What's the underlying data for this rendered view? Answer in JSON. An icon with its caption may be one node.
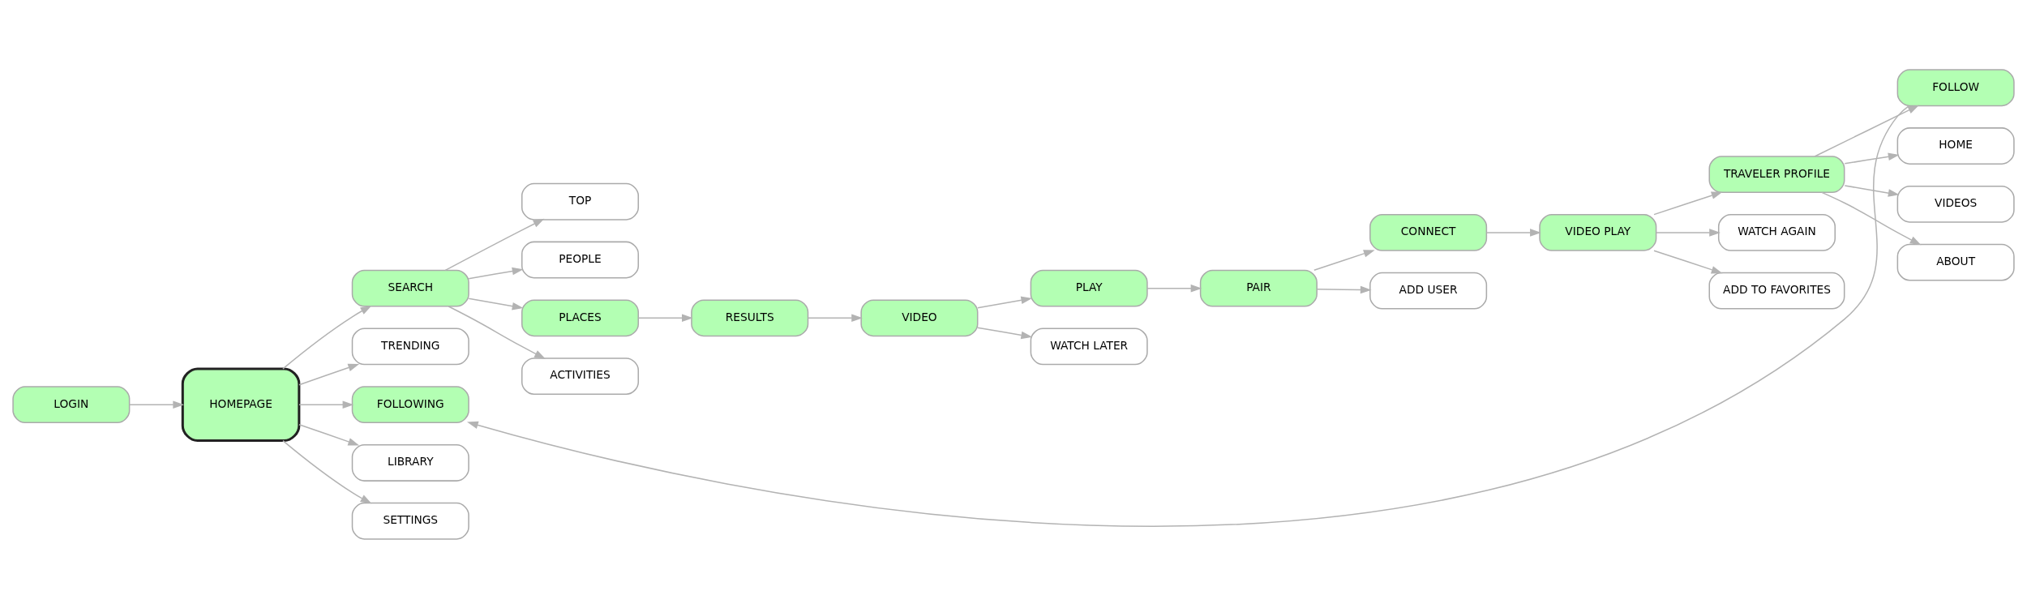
{
  "diagram": {
    "nodes": [
      {
        "text": [
          "LOGIN"
        ]
      },
      {
        "text": [
          "HOMEPAGE"
        ]
      },
      {
        "text": [
          "SEARCH"
        ]
      },
      {
        "text": [
          "TRENDING"
        ]
      },
      {
        "text": [
          "FOLLOWING"
        ]
      },
      {
        "text": [
          "LIBRARY"
        ]
      },
      {
        "text": [
          "SETTINGS"
        ]
      },
      {
        "text": [
          "TOP"
        ]
      },
      {
        "text": [
          "PEOPLE"
        ]
      },
      {
        "text": [
          "PLACES"
        ]
      },
      {
        "text": [
          "ACTIVITIES"
        ]
      },
      {
        "text": [
          "RESULTS"
        ]
      },
      {
        "text": [
          "VIDEO"
        ]
      },
      {
        "text": [
          "PLAY"
        ]
      },
      {
        "text": [
          "WATCH LATER"
        ]
      },
      {
        "text": [
          "PAIR"
        ]
      },
      {
        "text": [
          "CONNECT"
        ]
      },
      {
        "text": [
          "ADD USER"
        ]
      },
      {
        "text": [
          "VIDEO PLAY"
        ]
      },
      {
        "text": [
          "TRAVELER PROFILE"
        ]
      },
      {
        "text": [
          "WATCH AGAIN"
        ]
      },
      {
        "text": [
          "ADD TO FAVORITES"
        ]
      },
      {
        "text": [
          "FOLLOW"
        ]
      },
      {
        "text": [
          "HOME"
        ]
      },
      {
        "text": [
          "VIDEOS"
        ]
      },
      {
        "text": [
          "ABOUT"
        ]
      }
    ],
    "edges": [
      {
        "from": 0,
        "to": 1,
        "arrow": "to"
      },
      {
        "from": 1,
        "to": 2,
        "arrow": "to"
      },
      {
        "from": 1,
        "to": 3,
        "arrow": "to"
      },
      {
        "from": 1,
        "to": 4,
        "arrow": "to"
      },
      {
        "from": 1,
        "to": 5,
        "arrow": "to"
      },
      {
        "from": 1,
        "to": 6,
        "arrow": "to"
      },
      {
        "from": 2,
        "to": 7,
        "arrow": "to"
      },
      {
        "from": 2,
        "to": 8,
        "arrow": "to"
      },
      {
        "from": 2,
        "to": 9,
        "arrow": "to"
      },
      {
        "from": 2,
        "to": 10,
        "arrow": "to"
      },
      {
        "from": 9,
        "to": 11,
        "arrow": "to"
      },
      {
        "from": 11,
        "to": 12,
        "arrow": "to"
      },
      {
        "from": 12,
        "to": 13,
        "arrow": "to"
      },
      {
        "from": 12,
        "to": 14,
        "arrow": "to"
      },
      {
        "from": 13,
        "to": 15,
        "arrow": "to"
      },
      {
        "from": 15,
        "to": 16,
        "arrow": "to"
      },
      {
        "from": 15,
        "to": 17,
        "arrow": "to"
      },
      {
        "from": 16,
        "to": 18,
        "arrow": "to"
      },
      {
        "from": 18,
        "to": 19,
        "arrow": "to"
      },
      {
        "from": 18,
        "to": 20,
        "arrow": "to"
      },
      {
        "from": 18,
        "to": 21,
        "arrow": "to"
      },
      {
        "from": 19,
        "to": 22,
        "arrow": "to"
      },
      {
        "from": 19,
        "to": 23,
        "arrow": "to"
      },
      {
        "from": 19,
        "to": 24,
        "arrow": "to"
      },
      {
        "from": 19,
        "to": 25,
        "arrow": "to"
      },
      {
        "from": 22,
        "to": 4,
        "arrow": "to"
      }
    ]
  }
}
